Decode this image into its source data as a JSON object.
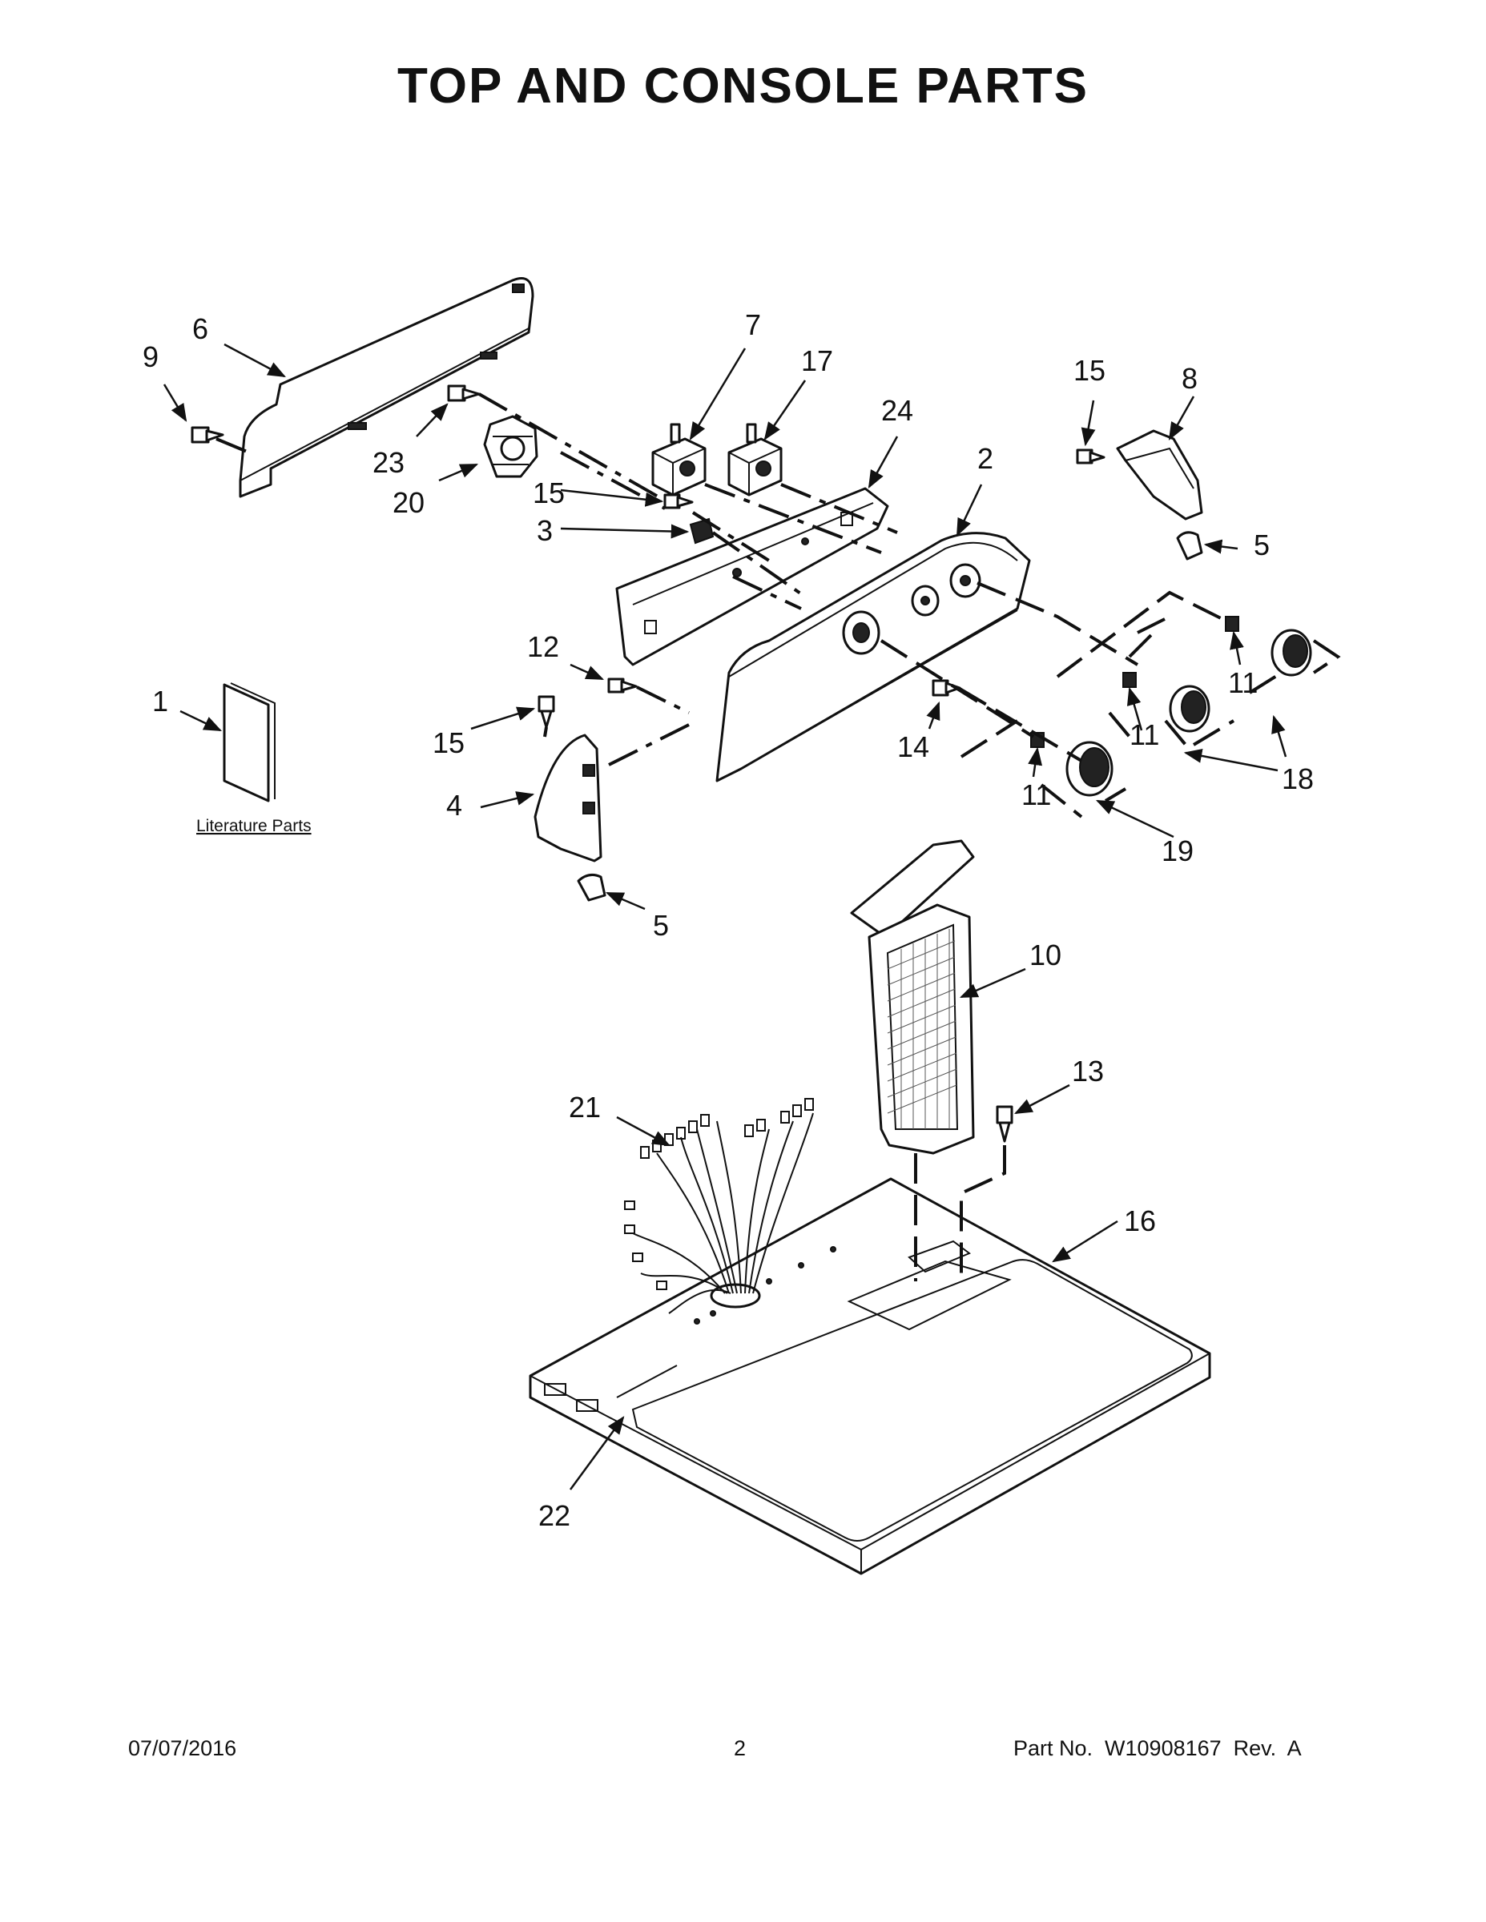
{
  "title": "TOP AND CONSOLE PARTS",
  "literature_label": "Literature Parts",
  "callouts": {
    "c1": "1",
    "c2": "2",
    "c3": "3",
    "c4": "4",
    "c5a": "5",
    "c5b": "5",
    "c6": "6",
    "c7": "7",
    "c8": "8",
    "c9": "9",
    "c10": "10",
    "c11a": "11",
    "c11b": "11",
    "c11c": "11",
    "c12": "12",
    "c13": "13",
    "c14": "14",
    "c15a": "15",
    "c15b": "15",
    "c15c": "15",
    "c16": "16",
    "c17": "17",
    "c18": "18",
    "c19": "19",
    "c20": "20",
    "c21": "21",
    "c22": "22",
    "c23": "23",
    "c24": "24"
  },
  "footer": {
    "date": "07/07/2016",
    "page": "2",
    "part_number": "Part No.  W10908167  Rev.  A"
  }
}
